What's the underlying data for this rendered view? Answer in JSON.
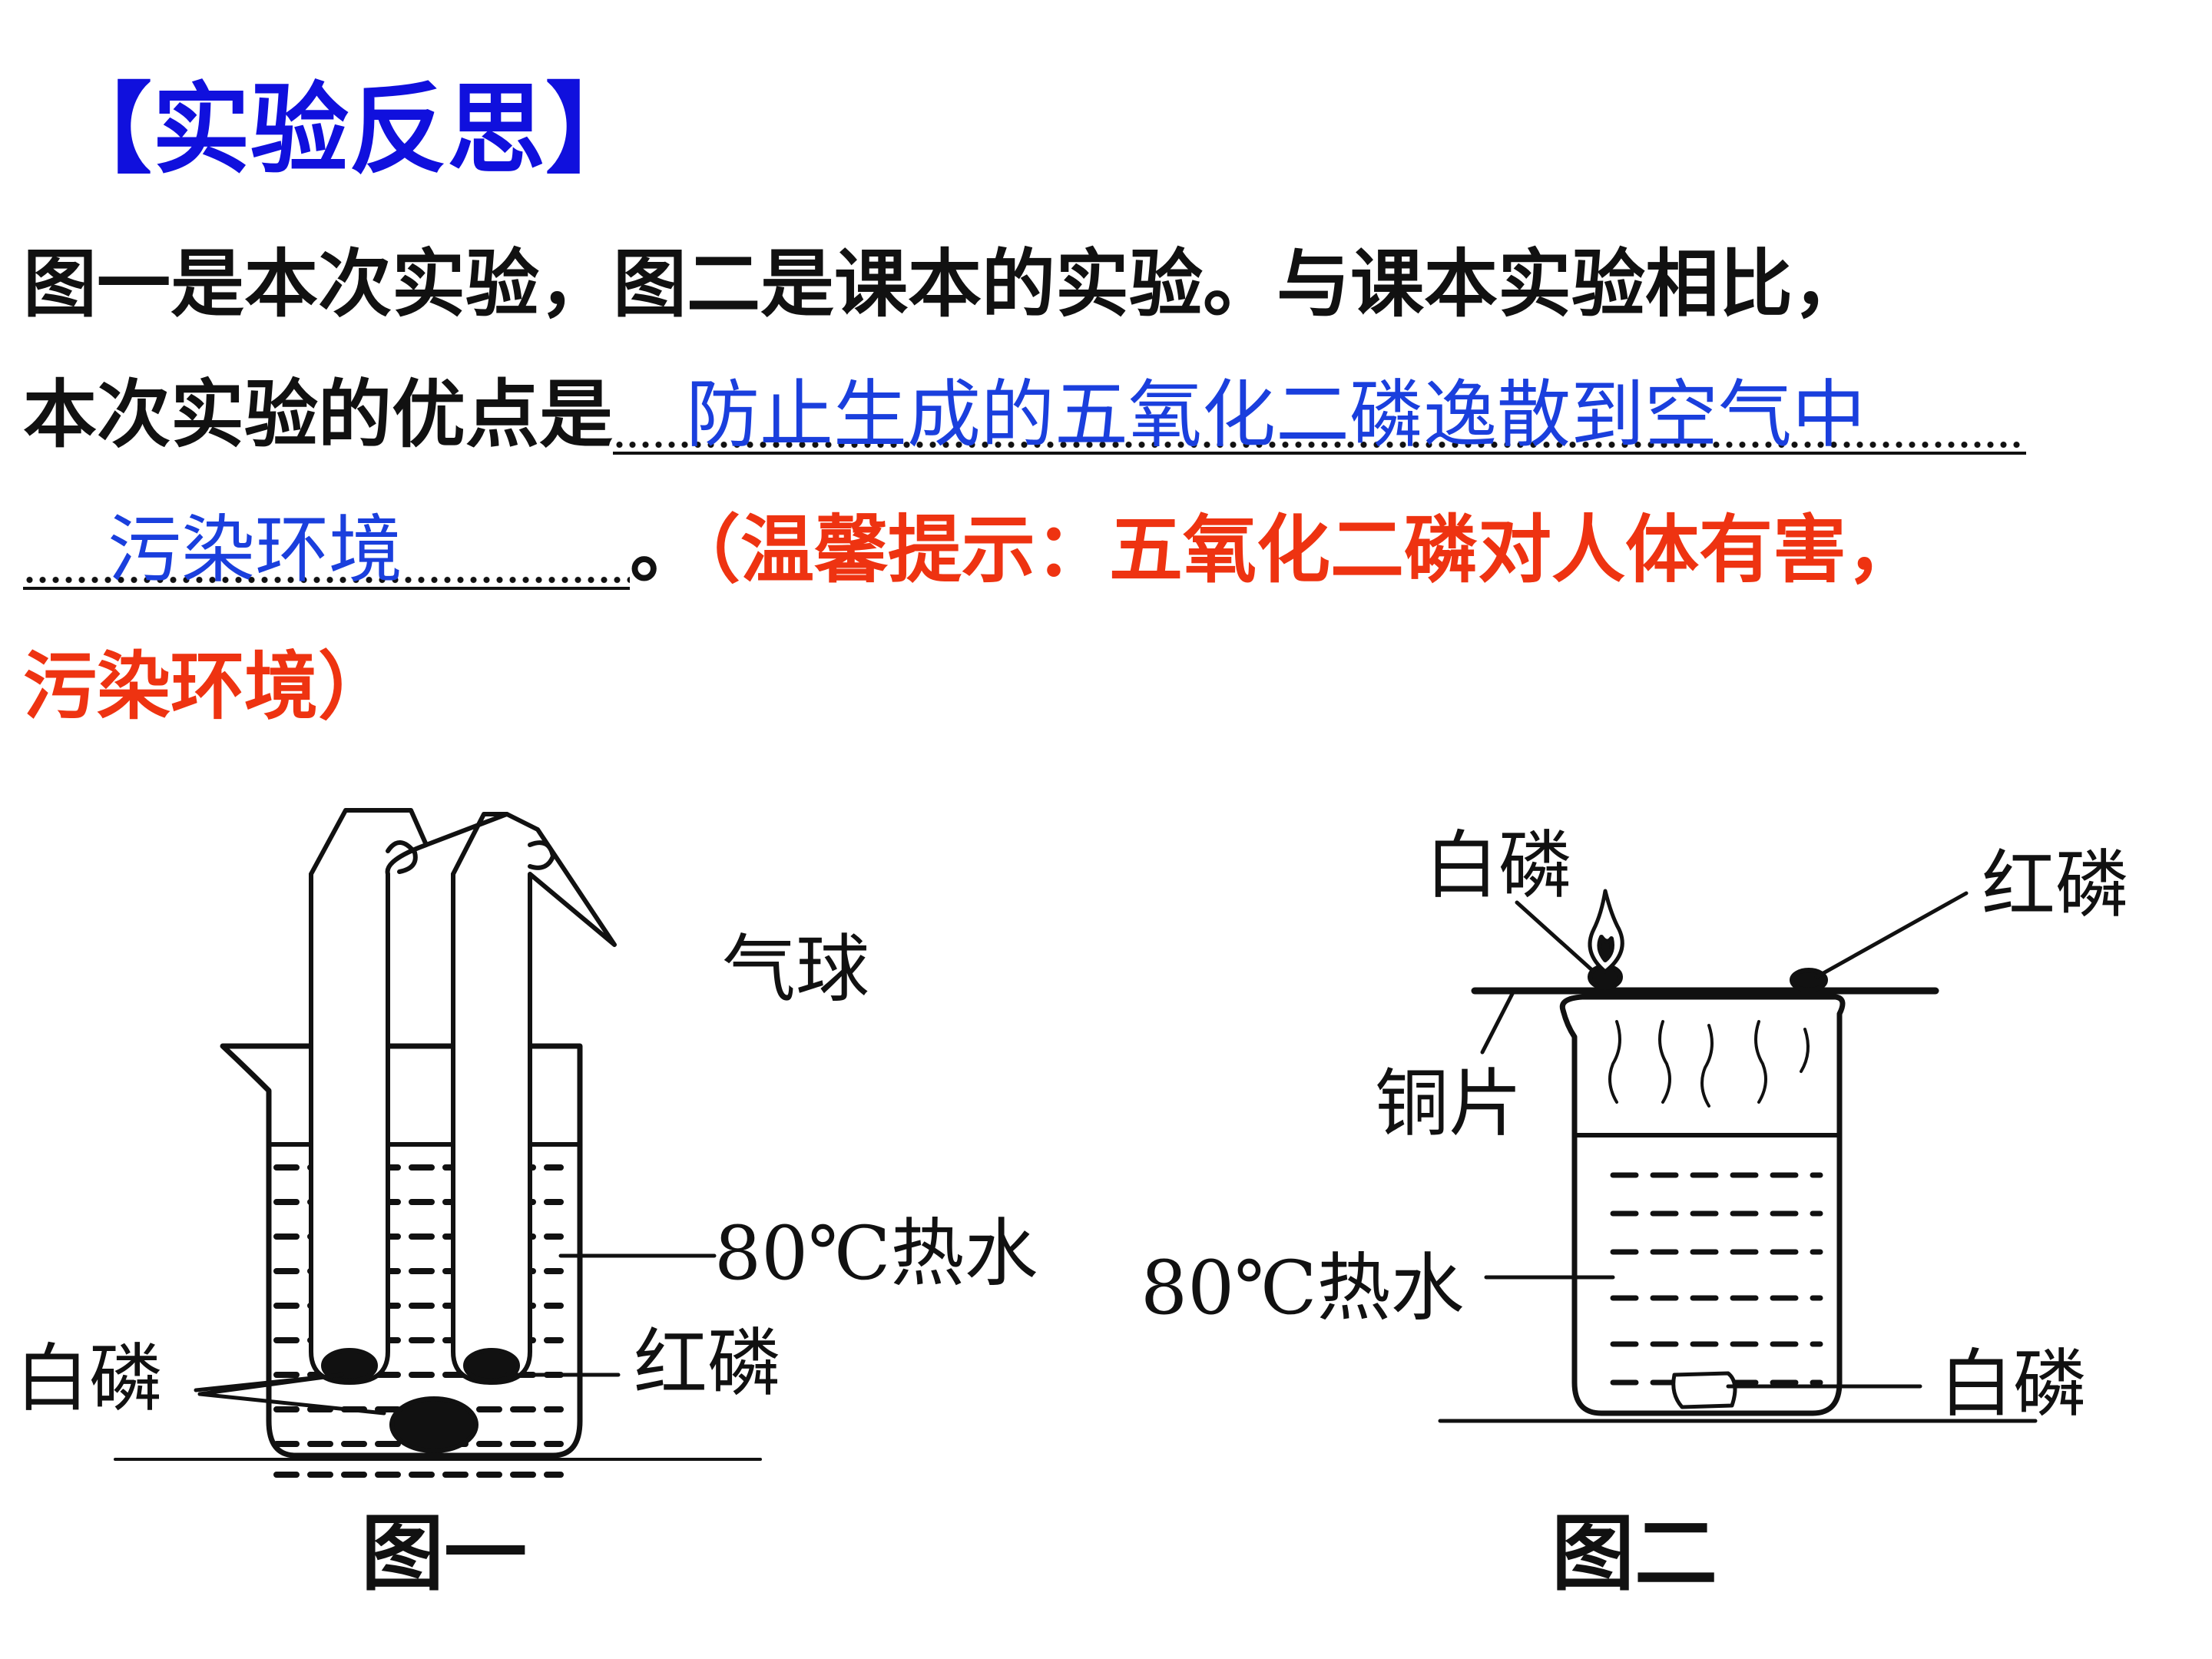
{
  "heading": "【实验反思】",
  "question": {
    "line1": "图一是本次实验，图二是课本的实验。与课本实验相比，",
    "line2_prefix": "本次实验的优点是",
    "answer_part1": "防止生成的五氧化二磷逸散到空气中",
    "answer_part2": "污染环境",
    "line3_end": "。",
    "tip": "（温馨提示：五氧化二磷对人体有害，",
    "tip_cont": "污染环境）"
  },
  "figure1": {
    "balloon": "气球",
    "hot_water": "80℃热水",
    "white_p": "白磷",
    "red_p": "红磷",
    "caption": "图一"
  },
  "figure2": {
    "white_p_top": "白磷",
    "red_p": "红磷",
    "copper": "铜片",
    "hot_water": "80℃热水",
    "white_p_bottom": "白磷",
    "caption": "图二"
  },
  "colors": {
    "heading": "#1010dd",
    "answer": "#1a3fdd",
    "tip": "#ee3311",
    "text": "#111111"
  }
}
